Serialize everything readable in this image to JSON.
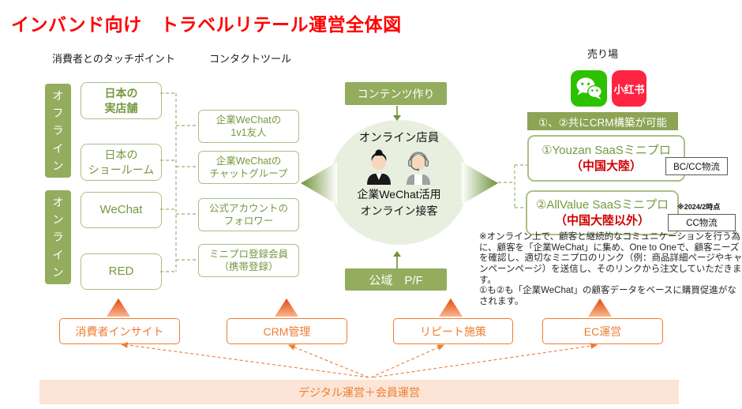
{
  "title": "インバンド向け　トラベルリテール運営全体図",
  "headers": {
    "touchpoints": "消費者とのタッチポイント",
    "contact_tools": "コンタクトツール",
    "sales_floor": "売り場"
  },
  "lanes": {
    "offline": "オ\nフ\nラ\nイ\nン",
    "online": "オ\nン\nラ\nイ\nン"
  },
  "touchpoints": {
    "items": [
      "日本の\n実店舗",
      "日本の\nショールーム",
      "WeChat",
      "RED"
    ]
  },
  "tools": {
    "items": [
      "企業WeChatの\n1v1友人",
      "企業WeChatの\nチャットグループ",
      "公式アカウントの\nフォロワー",
      "ミニプロ登録会員\n（携帯登録）"
    ]
  },
  "center": {
    "top_box": "コンテンツ作り",
    "circle_title": "オンライン店員",
    "circle_text": "企業WeChat活用\nオンライン接客",
    "bottom_box": "公域　P/F"
  },
  "sales": {
    "red_label": "小红书",
    "banner": "①、②共にCRM構築が可能",
    "option1": {
      "name": "①Youzan SaaSミニプロ",
      "region": "（中国大陸）",
      "logistics": "BC/CC物流"
    },
    "option2": {
      "name": "②AllValue SaaSミニプロ",
      "region": "（中国大陸以外）",
      "logistics": "CC物流",
      "asof": "※2024/2時点"
    }
  },
  "note": "※オンライン上で、顧客と継続的なコミュニケーションを行う為に、顧客を「企業WeChat」に集め、One to Oneで、顧客ニーズを確認し、適切なミニプロのリンク（例：商品詳細ページやキャンペーンページ）を送信し、そのリンクから注文していただきます。\n①も②も「企業WeChat」の顧客データをベースに購買促進がなされます。",
  "functions": {
    "items": [
      "消費者インサイト",
      "CRM管理",
      "リピート施策",
      "EC運営"
    ]
  },
  "bottom_bar": "デジタル運営＋会員運営",
  "colors": {
    "title_red": "#FF0000",
    "green": "#93AC5E",
    "green_border": "#A9C086",
    "green_text": "#76983F",
    "orange": "#ED7D31",
    "bottom_bar_bg": "#FCE4D6",
    "wechat_green": "#2DC100",
    "xiaohongshu_red": "#FF2442",
    "region_red": "#D00000"
  }
}
